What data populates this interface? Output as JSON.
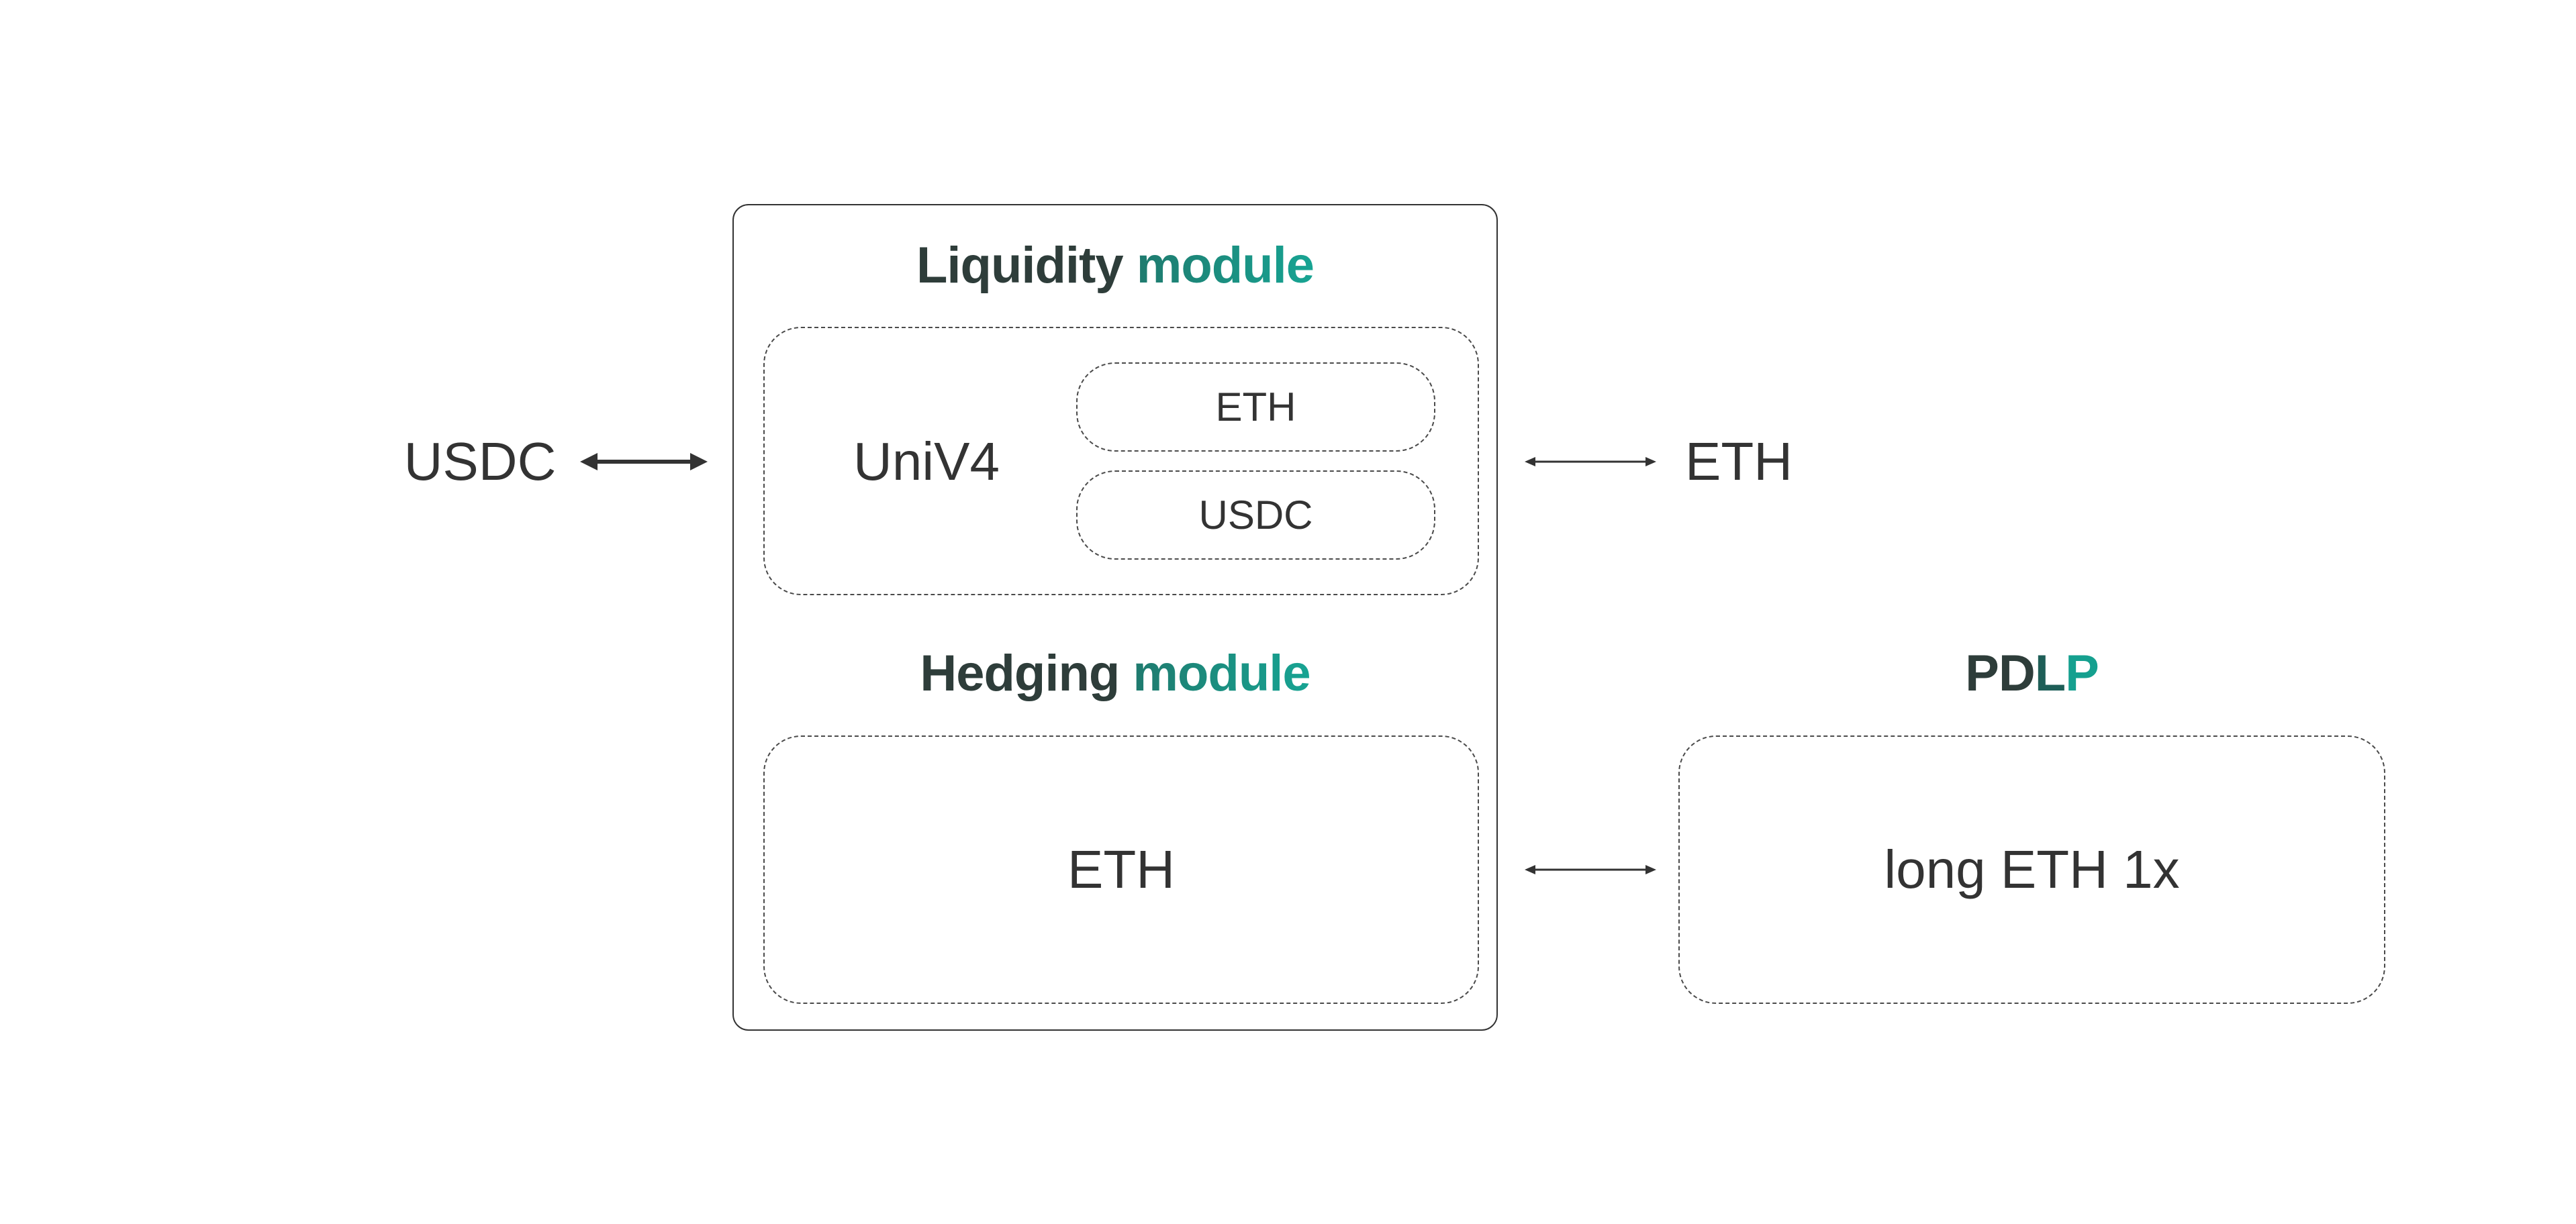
{
  "left_token": "USDC",
  "right_token": "ETH",
  "liquidity_module": {
    "title_part1": "Liquidity",
    "title_part2": "module",
    "pool_name": "UniV4",
    "pool_assets": [
      "ETH",
      "USDC"
    ]
  },
  "hedging_module": {
    "title_part1": "Hedging",
    "title_part2": "module",
    "asset": "ETH"
  },
  "pdlp": {
    "title_p1": "PD",
    "title_p2": "L",
    "title_p3": "P",
    "position": "long ETH 1x"
  },
  "colors": {
    "text_dark": "#333333",
    "heading_dark": "#2e3d3a",
    "accent_teal": "#17a493",
    "border": "#333333"
  }
}
